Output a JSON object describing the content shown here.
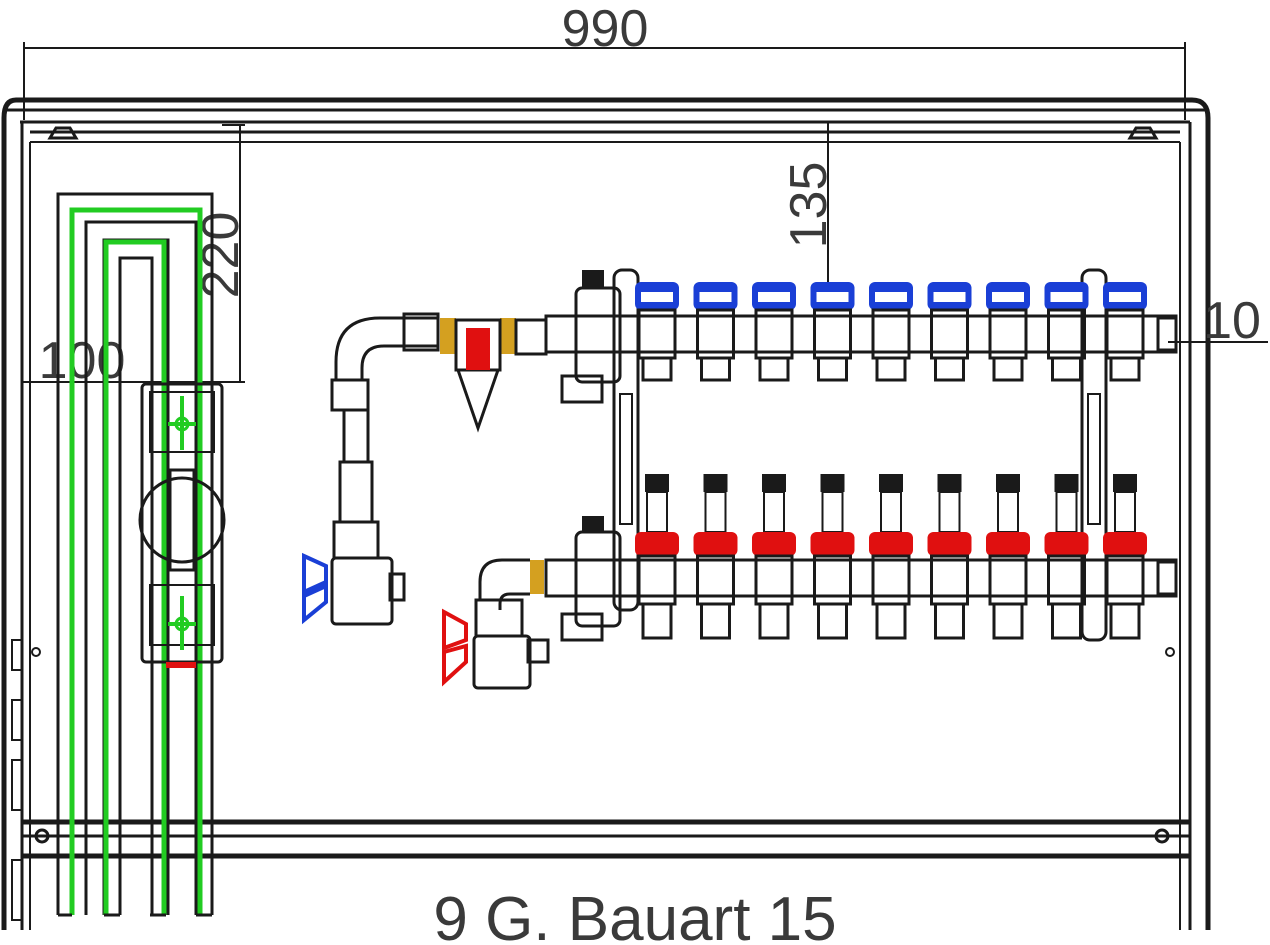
{
  "dimensions": {
    "width": "990",
    "depth_top": "135",
    "offset_left": "220",
    "side_gap": "100",
    "right_gap": "10"
  },
  "caption": "9 G. Bauart 15",
  "manifold": {
    "outlets": 9,
    "supply_cap_color": "#1a3fd6",
    "return_cap_color": "#e01010"
  },
  "colors": {
    "pipe_green": "#22cc22",
    "valve_blue": "#1a3fd6",
    "valve_red": "#e01010",
    "filter_gold": "#d4a020",
    "line": "#1a1a1a"
  }
}
